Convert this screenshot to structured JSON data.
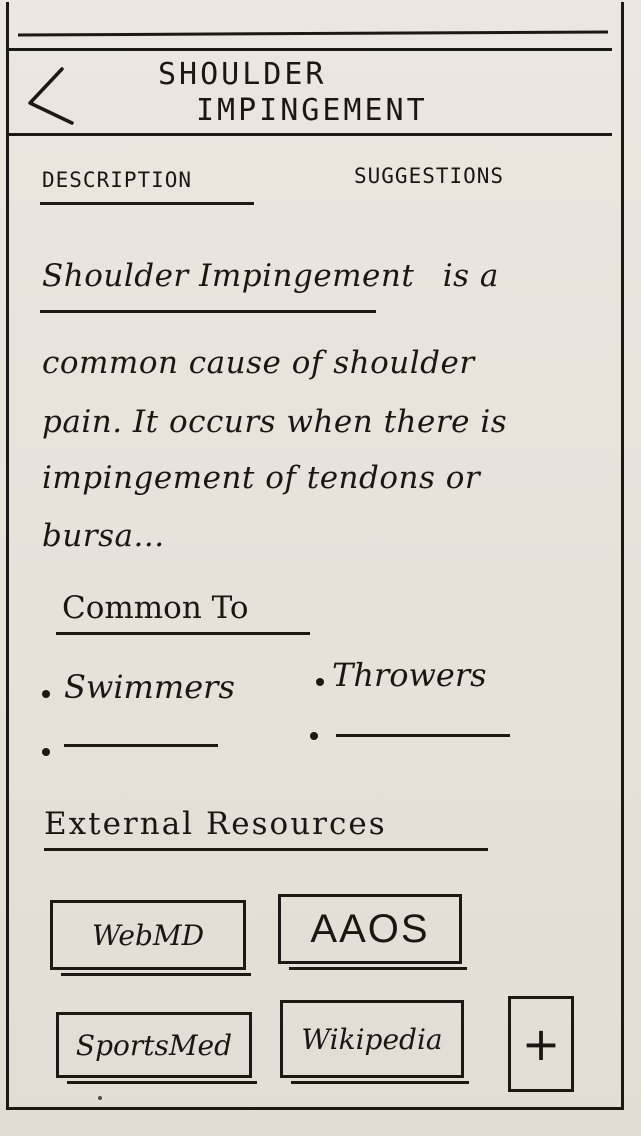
{
  "header": {
    "back_icon": "chevron-left-icon",
    "title_line1": "SHOULDER",
    "title_line2": "IMPINGEMENT"
  },
  "tabs": [
    {
      "label": "DESCRIPTION",
      "active": true
    },
    {
      "label": "SUGGESTIONS",
      "active": false
    }
  ],
  "description": {
    "term": "Shoulder Impingement",
    "after_term": "is a",
    "lines": [
      "common cause of shoulder",
      "pain. It occurs when there is",
      "impingement of tendons or",
      "bursa..."
    ]
  },
  "common_to": {
    "heading": "Common To",
    "items": [
      "Swimmers",
      "Throwers",
      "",
      ""
    ]
  },
  "external_resources": {
    "heading": "External Resources",
    "buttons": [
      "WebMD",
      "AAOS",
      "SportsMed",
      "Wikipedia"
    ],
    "add_label": "+"
  },
  "colors": {
    "ink": "#1c1915",
    "paper": "#e9e5de"
  }
}
